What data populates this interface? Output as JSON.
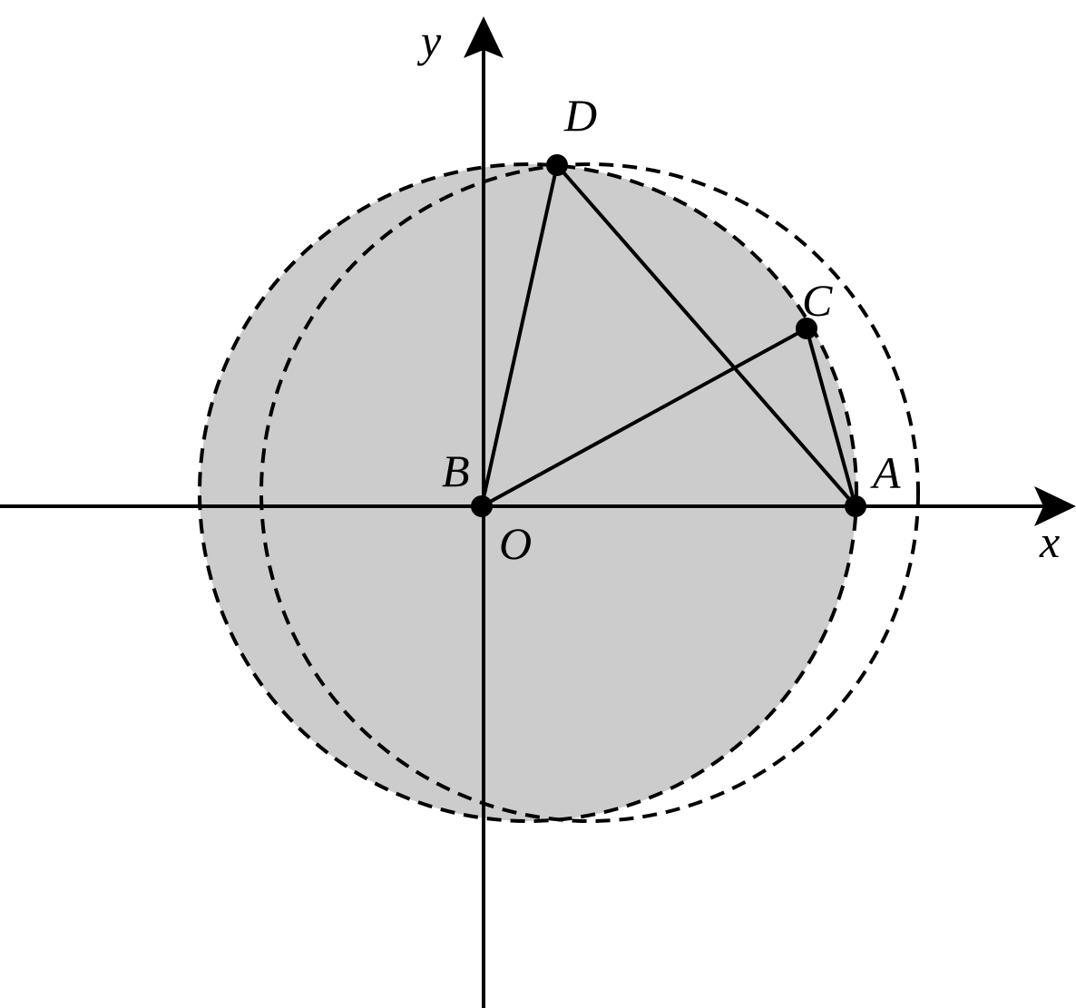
{
  "diagram": {
    "axes": {
      "x_label": "x",
      "y_label": "y",
      "origin_label": "O"
    },
    "points": [
      {
        "id": "A",
        "label": "A"
      },
      {
        "id": "B",
        "label": "B"
      },
      {
        "id": "C",
        "label": "C"
      },
      {
        "id": "D",
        "label": "D"
      }
    ],
    "segments": [
      [
        "B",
        "D"
      ],
      [
        "D",
        "A"
      ],
      [
        "B",
        "C"
      ],
      [
        "C",
        "A"
      ],
      [
        "B",
        "A"
      ]
    ],
    "colors": {
      "shaded_region": "#cccccc",
      "stroke": "#000000",
      "background": "#ffffff"
    }
  }
}
